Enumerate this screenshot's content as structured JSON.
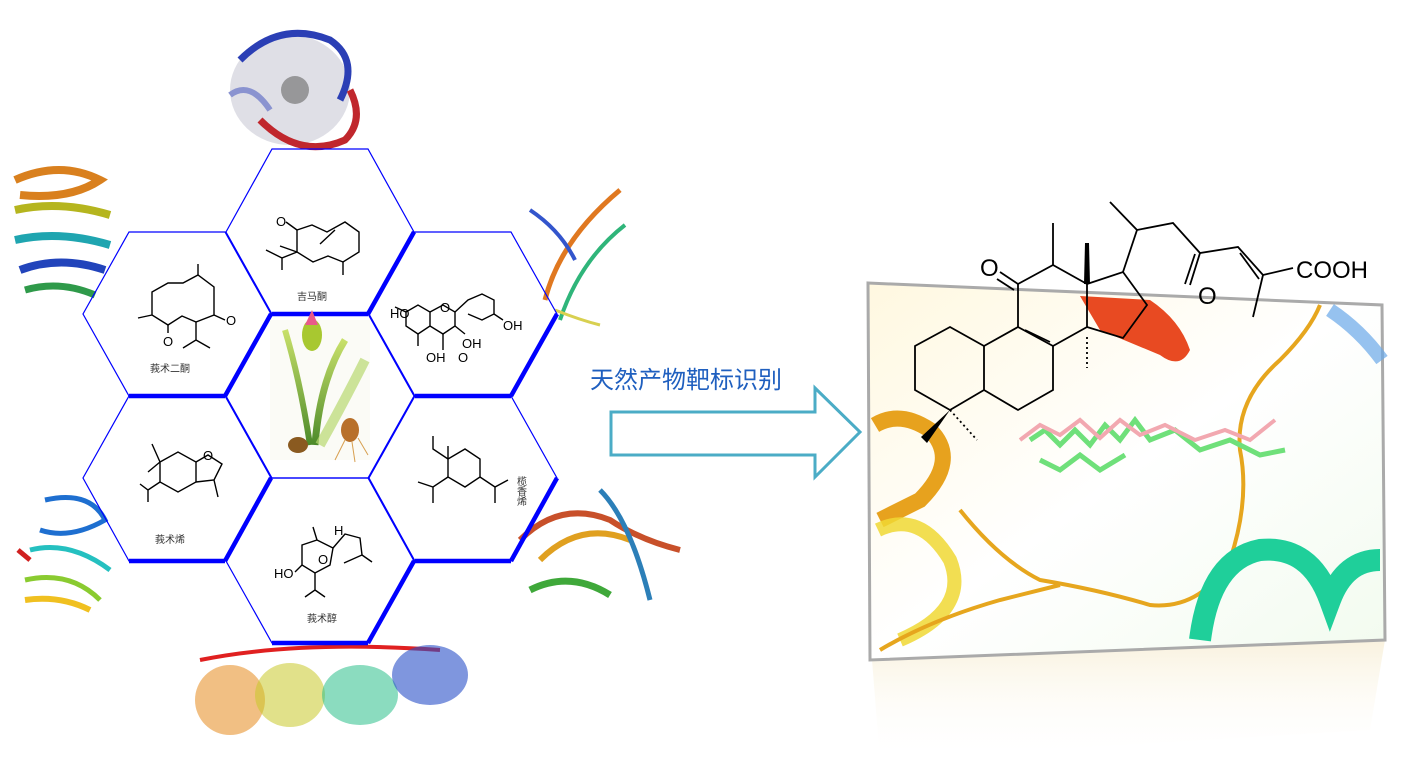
{
  "figure": {
    "arrow_label": "天然产物靶标识别",
    "compounds": [
      {
        "name": "吉马酮"
      },
      {
        "name": "莪术二酮"
      },
      {
        "name": "莪术烯"
      },
      {
        "name": "莪术醇"
      },
      {
        "name": "榄香烯"
      }
    ],
    "atoms": {
      "o": "O",
      "oh": "OH",
      "ho": "HO",
      "h": "H",
      "cooh": "COOH"
    },
    "colors": {
      "hex_border": "#0000ff",
      "arrow": "#4bacc6",
      "title": "#1f5fbf"
    }
  }
}
